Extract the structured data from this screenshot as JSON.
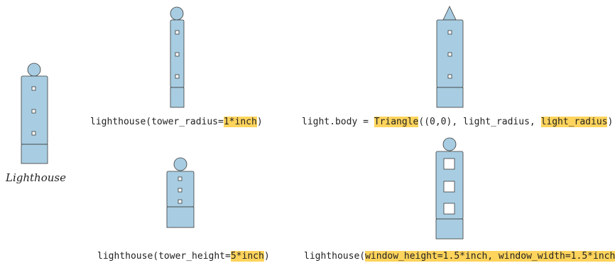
{
  "colors": {
    "fill": "#a8cde2",
    "stroke": "#3a3a3a",
    "window": "#ffffff",
    "highlight": "#ffd45c",
    "text": "#222222"
  },
  "main_label": "Lighthouse",
  "captions": [
    {
      "prefix": "lighthouse(tower_radius=",
      "highlight": "1*inch",
      "suffix": ")"
    },
    {
      "prefix": "light.body = ",
      "highlight": "Triangle",
      "middle": "((0,0), light_radius, ",
      "highlight2": "light_radius",
      "suffix": ")"
    },
    {
      "prefix": "lighthouse(tower_height=",
      "highlight": "5*inch",
      "suffix": ")"
    },
    {
      "prefix": "lighthouse(",
      "highlight": "window_height=1.5*inch, window_width=1.5*inch",
      "suffix": ")"
    }
  ]
}
